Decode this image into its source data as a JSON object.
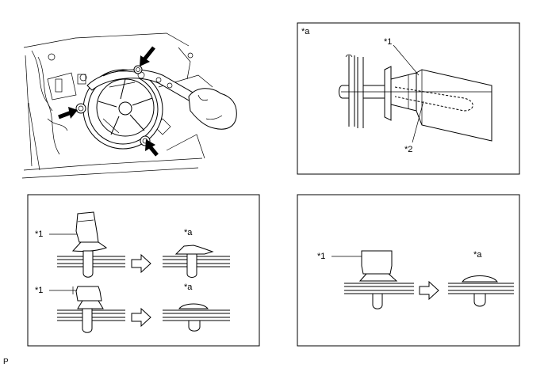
{
  "figure_code": "P",
  "panels": {
    "top_right": {
      "ref_a": "*a",
      "callout_1": "*1",
      "callout_2": "*2"
    },
    "bottom_left": {
      "row1_callout": "*1",
      "row1_result": "*a",
      "row2_callout": "*1",
      "row2_result": "*a"
    },
    "bottom_right": {
      "callout": "*1",
      "result": "*a"
    }
  }
}
